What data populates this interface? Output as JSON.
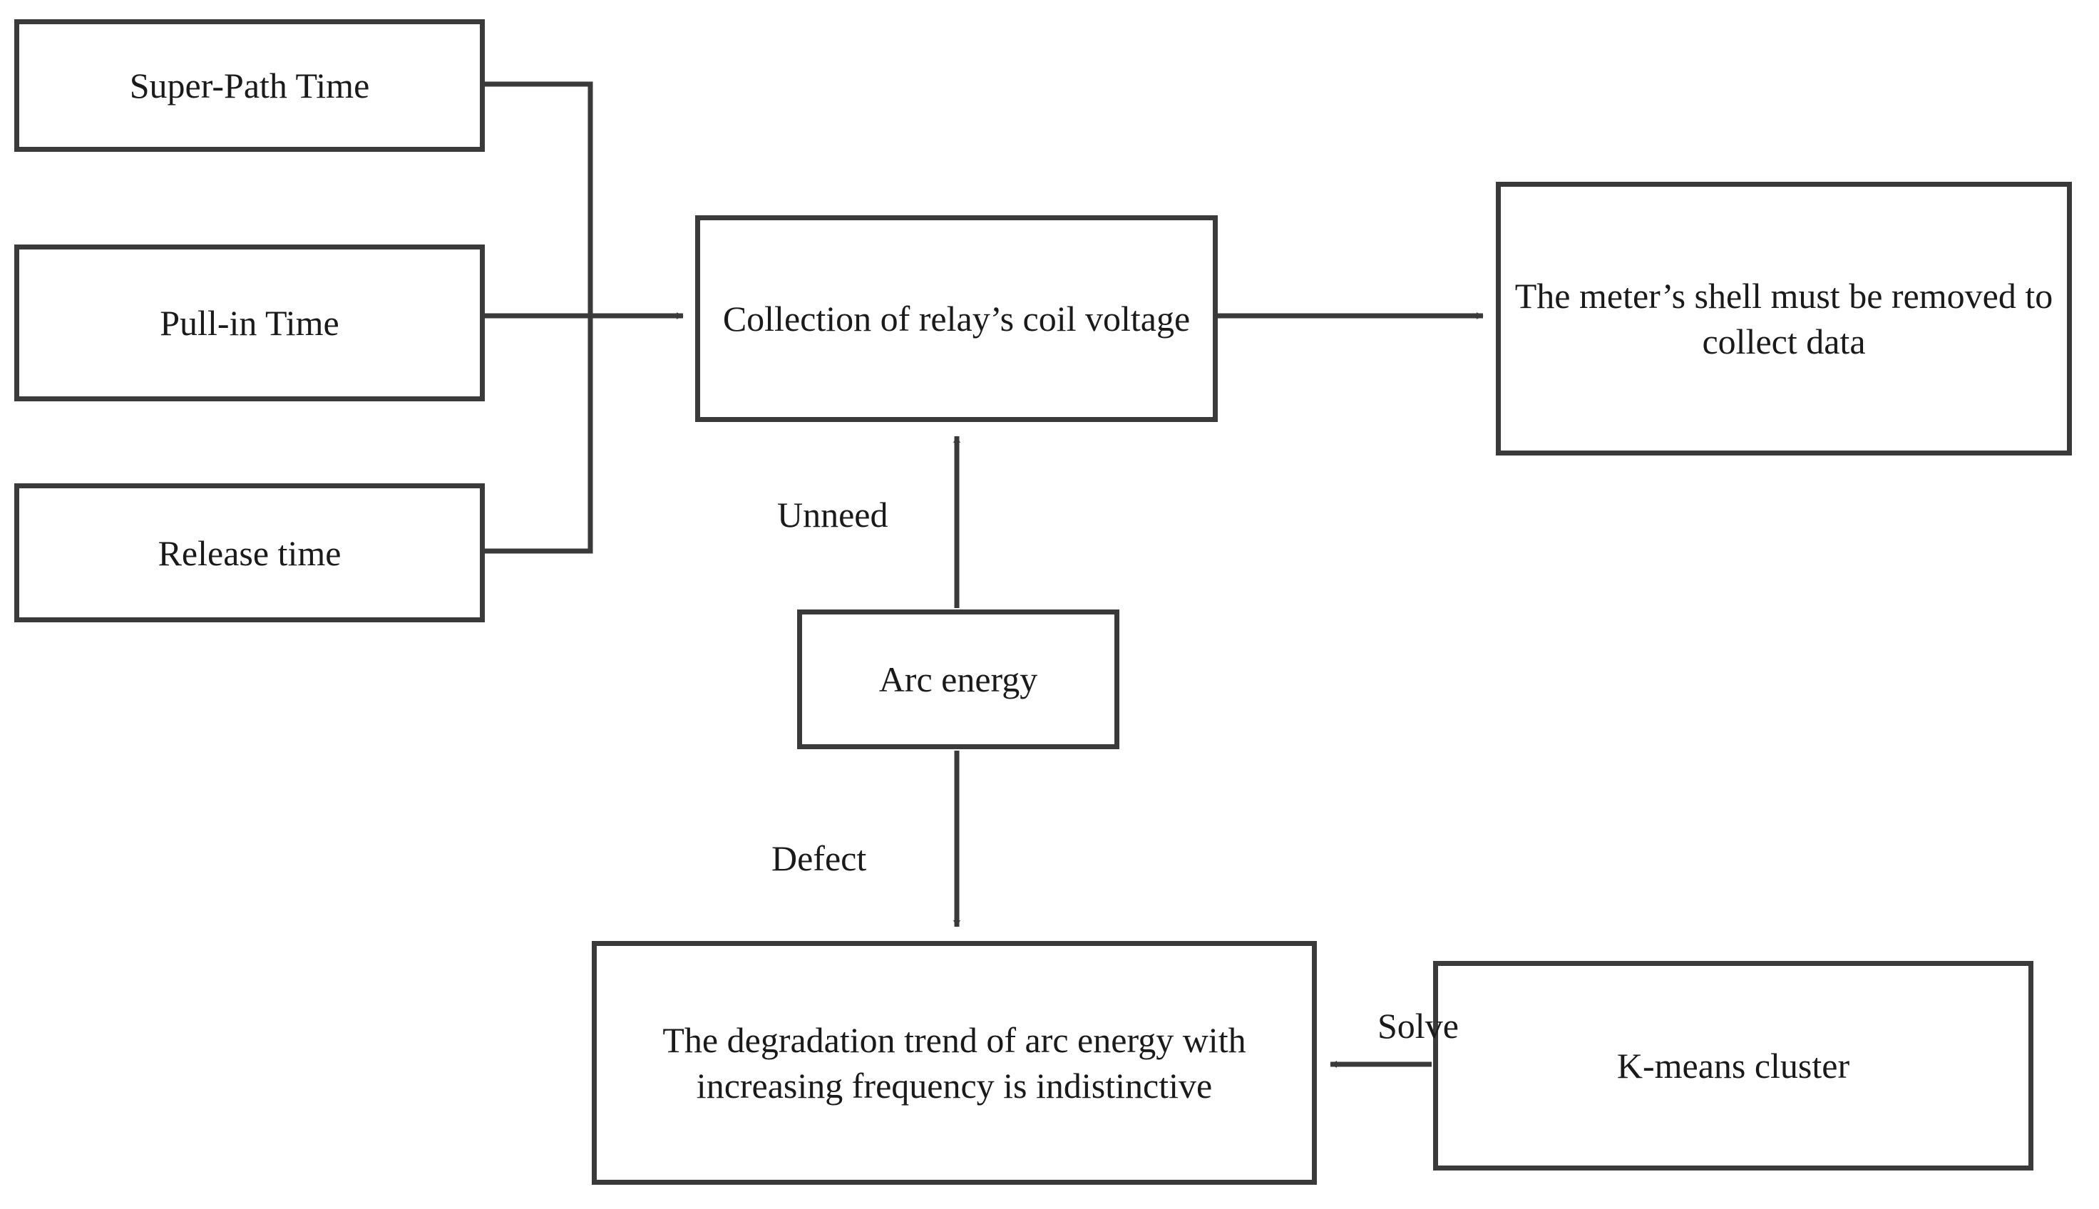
{
  "diagram": {
    "title": "Relay coil voltage and arc energy analysis flowchart",
    "background_color": "#ffffff",
    "stroke_color": "#3a3a3a",
    "text_color": "#1a1a1a",
    "nodes": [
      {
        "id": "super_path_time",
        "label": "Super-Path Time"
      },
      {
        "id": "pull_in_time",
        "label": "Pull-in Time"
      },
      {
        "id": "release_time",
        "label": "Release time"
      },
      {
        "id": "collection",
        "label": "Collection of relay’s coil voltage"
      },
      {
        "id": "meter_shell",
        "label": "The meter’s shell must be removed to collect data"
      },
      {
        "id": "arc_energy",
        "label": "Arc energy"
      },
      {
        "id": "degradation",
        "label": "The degradation trend of arc energy with increasing frequency is indistinctive"
      },
      {
        "id": "kmeans",
        "label": "K-means cluster"
      }
    ],
    "edge_labels": {
      "unneed": "Unneed",
      "defect": "Defect",
      "solve": "Solve"
    },
    "edges": [
      {
        "from": "super_path_time",
        "to": "collection",
        "label": "",
        "arrow": "merge-right"
      },
      {
        "from": "pull_in_time",
        "to": "collection",
        "label": "",
        "arrow": "right"
      },
      {
        "from": "release_time",
        "to": "collection",
        "label": "",
        "arrow": "merge-right"
      },
      {
        "from": "collection",
        "to": "meter_shell",
        "label": "",
        "arrow": "right"
      },
      {
        "from": "arc_energy",
        "to": "collection",
        "label": "Unneed",
        "arrow": "up"
      },
      {
        "from": "arc_energy",
        "to": "degradation",
        "label": "Defect",
        "arrow": "down"
      },
      {
        "from": "kmeans",
        "to": "degradation",
        "label": "Solve",
        "arrow": "left"
      }
    ]
  }
}
